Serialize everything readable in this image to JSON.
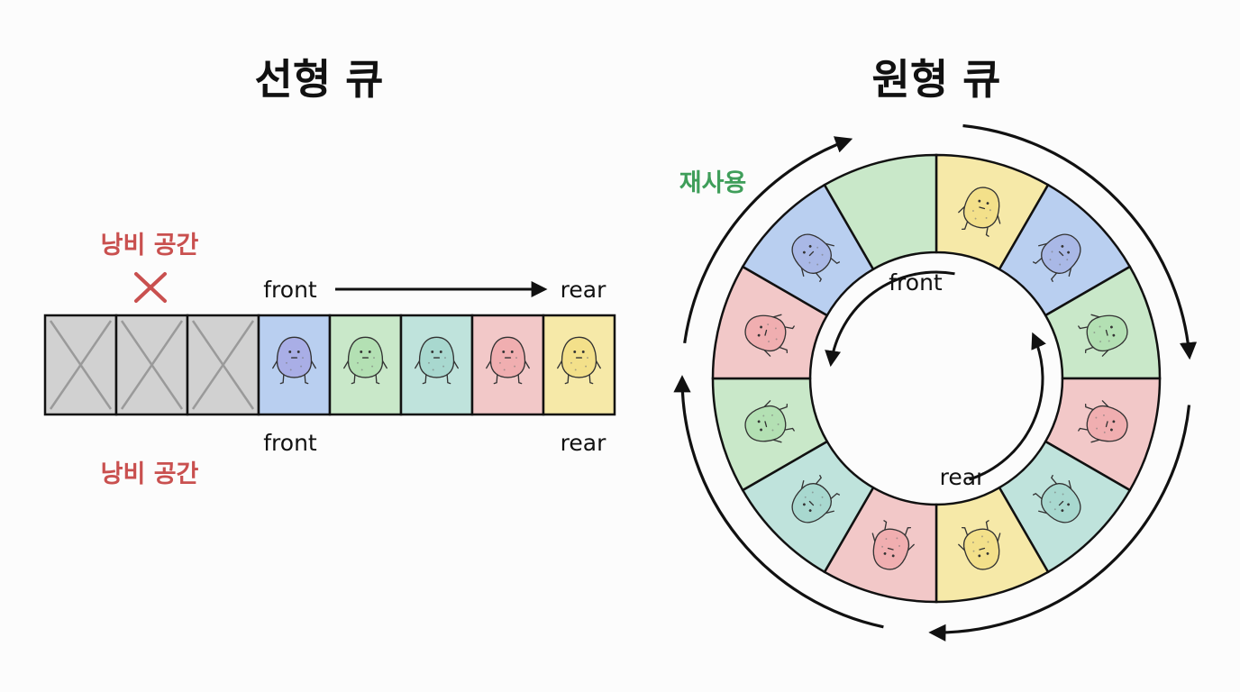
{
  "linear": {
    "title": "선형 큐",
    "waste_label_top": "낭비 공간",
    "waste_label_bottom": "낭비 공간",
    "front_label_top": "front",
    "rear_label_top": "rear",
    "front_label_bottom": "front",
    "rear_label_bottom": "rear",
    "cells": [
      {
        "state": "empty",
        "fill": "#d1d1d1"
      },
      {
        "state": "empty",
        "fill": "#d1d1d1"
      },
      {
        "state": "empty",
        "fill": "#d1d1d1"
      },
      {
        "state": "filled",
        "fill": "#b9cff0",
        "figure": "#a9aee6"
      },
      {
        "state": "filled",
        "fill": "#c9e8c9",
        "figure": "#b3e0b3"
      },
      {
        "state": "filled",
        "fill": "#bfe3dc",
        "figure": "#a8d8cf"
      },
      {
        "state": "filled",
        "fill": "#f2c8c8",
        "figure": "#f0aeb0"
      },
      {
        "state": "filled",
        "fill": "#f6e9a8",
        "figure": "#f3e08a"
      }
    ]
  },
  "circular": {
    "title": "원형 큐",
    "reuse_label": "재사용",
    "front_label": "front",
    "rear_label": "rear",
    "segments": [
      {
        "fill": "#f6e9a8",
        "figure": "#f3e08a",
        "occupied": true
      },
      {
        "fill": "#b9cff0",
        "figure": "#a9b8e6",
        "occupied": true
      },
      {
        "fill": "#c9e8c9",
        "figure": "#b3e0b3",
        "occupied": true
      },
      {
        "fill": "#f2c8c8",
        "figure": "#f0aeb0",
        "occupied": true
      },
      {
        "fill": "#bfe3dc",
        "figure": "#a8d8cf",
        "occupied": true
      },
      {
        "fill": "#f6e9a8",
        "figure": "#f3e08a",
        "occupied": true
      },
      {
        "fill": "#f2c8c8",
        "figure": "#f0aeb0",
        "occupied": true
      },
      {
        "fill": "#bfe3dc",
        "figure": "#a8d8cf",
        "occupied": true
      },
      {
        "fill": "#c9e8c9",
        "figure": "#b3e0b3",
        "occupied": true
      },
      {
        "fill": "#f2c8c8",
        "figure": "#f0aeb0",
        "occupied": true
      },
      {
        "fill": "#b9cff0",
        "figure": "#a9b8e6",
        "occupied": true
      },
      {
        "fill": "#c9e8c9",
        "figure": "#b3e0b3",
        "occupied": false
      }
    ]
  },
  "colors": {
    "waste": "#c9504f",
    "reuse": "#3f9e5a",
    "stroke": "#111111",
    "empty_cell": "#d1d1d1"
  }
}
